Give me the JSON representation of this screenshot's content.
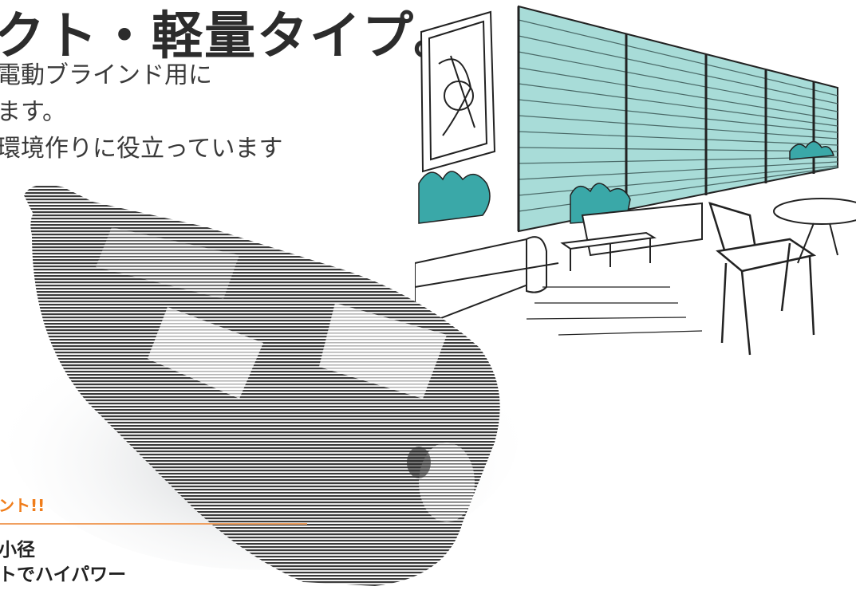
{
  "headline": "クト・軽量タイプ。",
  "body_lines": [
    "電動ブラインド用に",
    "ます。",
    "環境作りに役立っています"
  ],
  "point": {
    "label": "ント!!",
    "lines": [
      "小径",
      "トでハイパワー"
    ]
  },
  "colors": {
    "accent": "#f07d1b",
    "blind": "#a8dcd8",
    "plant": "#3aa8a8"
  },
  "images": {
    "illustration": "office-lounge-with-blinds-illustration",
    "product": "motor-product-photo"
  }
}
